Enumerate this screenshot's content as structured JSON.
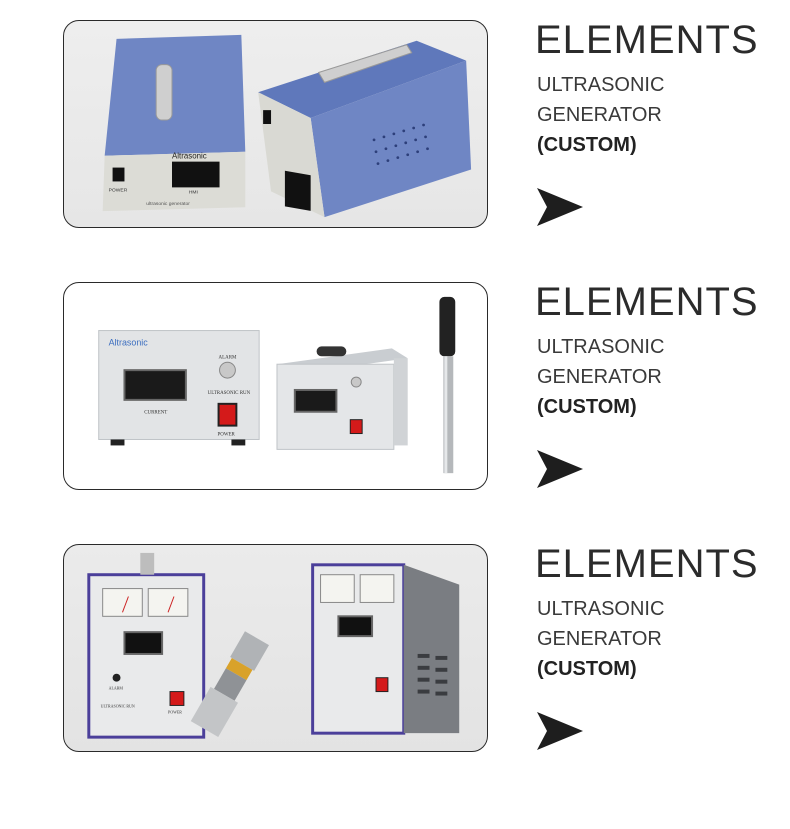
{
  "rows": [
    {
      "title": "ELEMENTS",
      "line1": "ULTRASONIC",
      "line2": "GENERATOR",
      "line3": "(CUSTOM)",
      "brand": "Altrasonic",
      "panel_labels": [
        "POWER",
        "HMI",
        "ultrasonic generator"
      ]
    },
    {
      "title": "ELEMENTS",
      "line1": "ULTRASONIC",
      "line2": "GENERATOR",
      "line3": "(CUSTOM)",
      "brand": "Altrasonic",
      "panel_labels": [
        "ALARM",
        "CURRENT",
        "ULTRASONIC RUN",
        "POWER"
      ]
    },
    {
      "title": "ELEMENTS",
      "line1": "ULTRASONIC",
      "line2": "GENERATOR",
      "line3": "(CUSTOM)",
      "panel_labels": [
        "ALARM",
        "ULTRASONIC RUN",
        "POWER"
      ]
    }
  ],
  "arrow_icon": "arrow-right-icon",
  "colors": {
    "title": "#2b2b2b",
    "card_border": "#2a2a2a",
    "arrow": "#1e1e1e",
    "blue_case": "#6f86c4",
    "purple_trim": "#4b3f9a"
  }
}
